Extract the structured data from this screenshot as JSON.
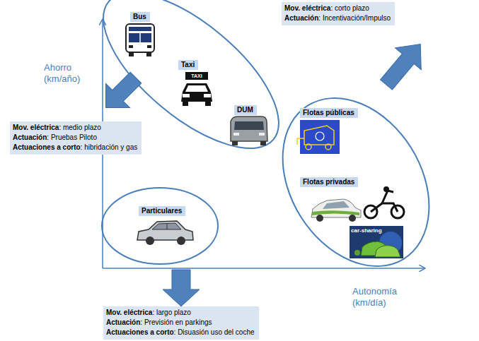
{
  "diagram": {
    "nodes": [
      {
        "text": [
          "Bus"
        ]
      },
      {
        "text": [
          "Taxi"
        ]
      },
      {
        "text": [
          "DUM"
        ]
      },
      {
        "text": [
          "Mov. eléctrica: corto plazo",
          "Actuación: Incentivación/Impulso"
        ]
      },
      {
        "text": [
          "Flotas públicas"
        ]
      },
      {
        "text": [
          "Mov. eléctrica: medio plazo",
          "Actuación: Pruebas Piloto",
          "Actuaciones a corto: hibridación y gas"
        ]
      },
      {
        "text": [
          "Flotas privadas"
        ]
      },
      {
        "text": [
          "Particulares"
        ]
      },
      {
        "text": [
          "Mov. eléctrica: largo plazo",
          "Actuación: Previsión en parkings",
          "Actuaciones a corto: Disuasión uso del coche"
        ]
      }
    ],
    "labels": [
      "Ahorro (km/año)",
      "Autonomía (km/día)",
      "TAXI",
      "car-sharing"
    ]
  }
}
